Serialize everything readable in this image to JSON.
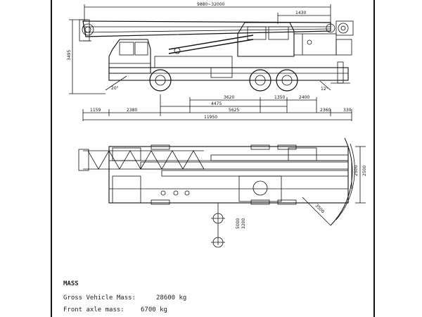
{
  "side_view": {
    "dims_top": [
      "9880~32000",
      "1430"
    ],
    "dim_height": "3495",
    "approach_angle": "20°",
    "departure_angle": "12°",
    "dims_row1": [
      "3620",
      "1350",
      "2400"
    ],
    "dims_row2": [
      "4475"
    ],
    "dims_row3": [
      "1159",
      "2380",
      "5625",
      "2360",
      "330"
    ],
    "overall_length": "11950"
  },
  "top_view": {
    "dim_right_1": "2500",
    "dim_right_2": "2500",
    "dim_tail": "3500",
    "outrigger_labels": [
      "5000",
      "3200"
    ]
  },
  "mass": {
    "title": "MASS",
    "rows": [
      {
        "label": "Gross Vehicle Mass:",
        "value": "28600 kg"
      },
      {
        "label": "Front axle mass:",
        "value": "6700 kg"
      }
    ]
  }
}
